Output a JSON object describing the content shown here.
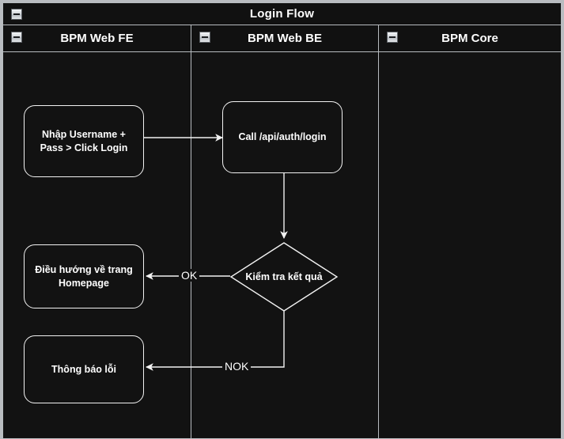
{
  "diagram": {
    "title": "Login Flow",
    "collapse_icon": "minus-box-icon",
    "lanes": [
      {
        "id": "fe",
        "label": "BPM Web FE"
      },
      {
        "id": "be",
        "label": "BPM Web BE"
      },
      {
        "id": "core",
        "label": "BPM Core"
      }
    ],
    "nodes": [
      {
        "id": "n1",
        "lane": "fe",
        "type": "task",
        "label": "Nhập Username +\nPass > Click Login"
      },
      {
        "id": "n2",
        "lane": "be",
        "type": "task",
        "label": "Call /api/auth/login"
      },
      {
        "id": "n3",
        "lane": "be",
        "type": "decision",
        "label": "Kiểm tra kết quả"
      },
      {
        "id": "n4",
        "lane": "fe",
        "type": "task",
        "label": "Điều hướng về trang\nHomepage"
      },
      {
        "id": "n5",
        "lane": "fe",
        "type": "task",
        "label": "Thông báo lỗi"
      }
    ],
    "edges": [
      {
        "id": "e1",
        "from": "n1",
        "to": "n2",
        "label": ""
      },
      {
        "id": "e2",
        "from": "n2",
        "to": "n3",
        "label": ""
      },
      {
        "id": "e3",
        "from": "n3",
        "to": "n4",
        "label": "OK"
      },
      {
        "id": "e4",
        "from": "n3",
        "to": "n5",
        "label": "NOK"
      }
    ],
    "colors": {
      "background": "#121212",
      "stroke": "#f2f2f2",
      "text": "#ffffff",
      "frame": "#b8bcc0"
    }
  }
}
